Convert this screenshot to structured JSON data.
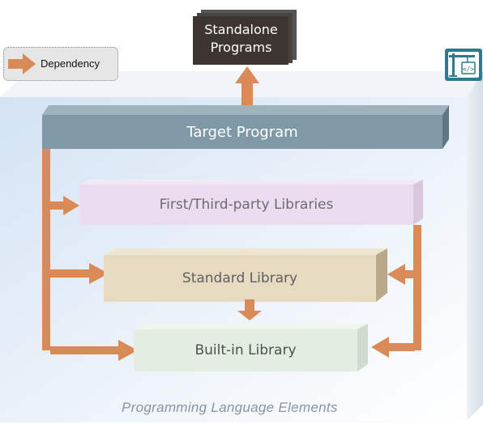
{
  "legend": {
    "label": "Dependency"
  },
  "nodes": {
    "standalone": "Standalone\nPrograms",
    "target": "Target Program",
    "first_third_party": "First/Third-party Libraries",
    "standard": "Standard Library",
    "builtin": "Built-in Library"
  },
  "container": {
    "label": "Programming Language Elements"
  },
  "icons": {
    "corner": "code-crane-icon",
    "legend_arrow": "arrow-right-icon"
  },
  "colors": {
    "arrow": "#d98a57",
    "target": "#7f99a6",
    "standalone": "#3d3530",
    "first_third_party": "#ecdcf0",
    "standard": "#e6dac0",
    "builtin": "#e2efe0",
    "icon": "#2b7b8c"
  }
}
